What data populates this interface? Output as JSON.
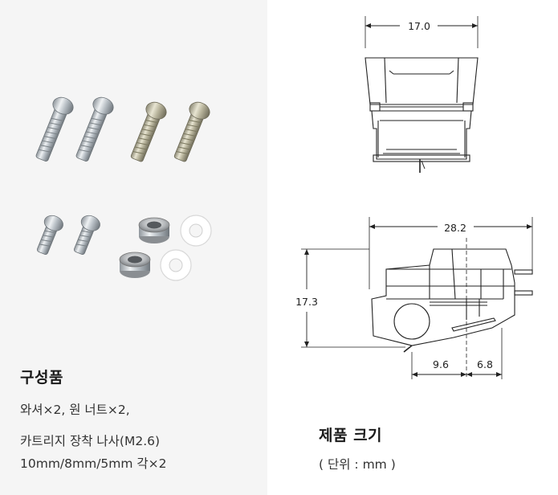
{
  "components": {
    "title": "구성품",
    "line1": "와셔×2, 원 너트×2,",
    "line2": "카트리지 장착 나사(M2.6)",
    "line3": "10mm/8mm/5mm 각×2"
  },
  "dimensions": {
    "width_top": "17.0",
    "length_side": "28.2",
    "height_side": "17.3",
    "offset_a": "9.6",
    "offset_b": "6.8",
    "title": "제품 크기",
    "unit": "( 단위 : mm )"
  }
}
